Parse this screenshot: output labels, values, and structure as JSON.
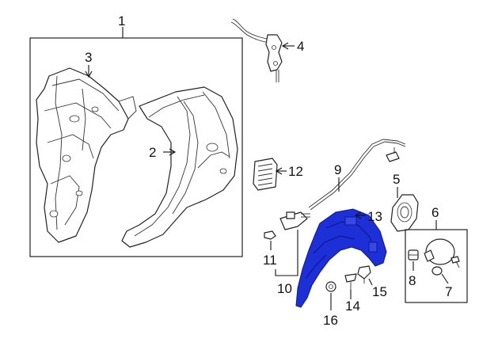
{
  "callouts": {
    "c1": "1",
    "c2": "2",
    "c3": "3",
    "c4": "4",
    "c5": "5",
    "c6": "6",
    "c7": "7",
    "c8": "8",
    "c9": "9",
    "c10": "10",
    "c11": "11",
    "c12": "12",
    "c13": "13",
    "c14": "14",
    "c15": "15",
    "c16": "16"
  },
  "colors": {
    "highlight_part": "#1d2fd6",
    "line": "#111111",
    "background": "#ffffff"
  }
}
